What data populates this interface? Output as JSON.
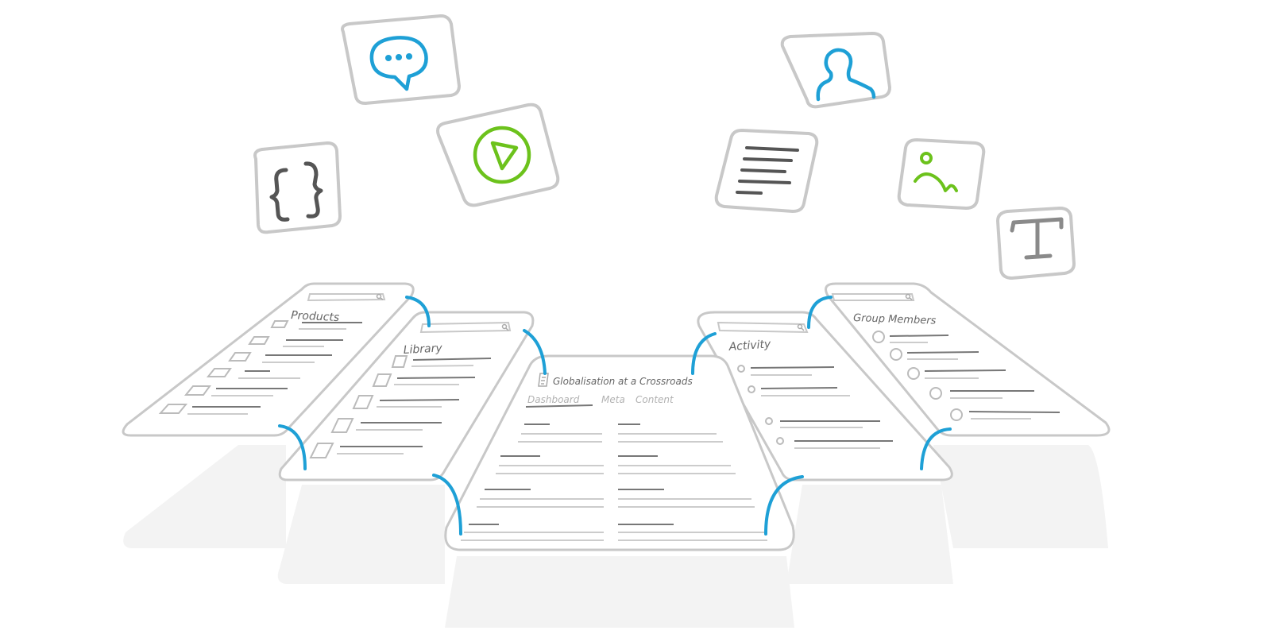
{
  "colors": {
    "outline": "#c8c8c8",
    "card_fill": "#ffffff",
    "shadow": "#f2f2f2",
    "text_line_dark": "#6e6e6e",
    "text_line_light": "#c4c4c4",
    "accent_blue": "#1ea0d6",
    "accent_green": "#6cc21c",
    "icon_gray": "#555555",
    "label_gray": "#666666",
    "tab_gray": "#b2b2b2"
  },
  "floating_icons": [
    {
      "name": "chat-bubble-icon",
      "color": "accent_blue"
    },
    {
      "name": "code-braces-icon",
      "color": "icon_gray"
    },
    {
      "name": "play-icon",
      "color": "accent_green"
    },
    {
      "name": "user-icon",
      "color": "accent_blue"
    },
    {
      "name": "text-document-icon",
      "color": "icon_gray"
    },
    {
      "name": "image-icon",
      "color": "accent_green"
    },
    {
      "name": "text-type-icon",
      "color": "icon_gray"
    }
  ],
  "screens": {
    "products": {
      "title": "Products",
      "search": "search-icon",
      "row_icon": "bookmark-icon"
    },
    "library": {
      "title": "Library",
      "search": "search-icon",
      "row_icon": "document-icon"
    },
    "document": {
      "title": "Globalisation at a Crossroads",
      "tabs": [
        "Dashboard",
        "Meta",
        "Content"
      ],
      "active_tab": "Dashboard",
      "title_icon": "page-icon"
    },
    "activity": {
      "title": "Activity",
      "search": "search-icon",
      "row_icon": "bullet-icon"
    },
    "group_members": {
      "title": "Group Members",
      "search": "search-icon",
      "row_icon": "member-avatar-icon"
    }
  },
  "connectors": {
    "color": "accent_blue"
  }
}
